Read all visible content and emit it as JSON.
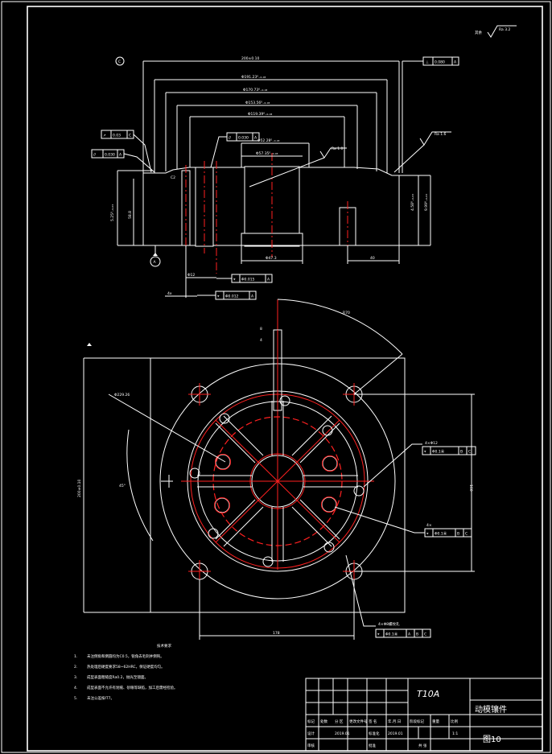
{
  "roughness": {
    "prefix": "其余",
    "value": "Ra 3.2"
  },
  "top_view": {
    "dims": {
      "overall_width": "200±0.10",
      "d1": "Φ191.23⁰₋₀.₀₃",
      "d2": "Φ170.73⁰₋₀.₀₃",
      "d3": "Φ153.56⁰₋₀.₀₃",
      "d4": "Φ119.39⁰₋₀.₀₃",
      "d5": "Φ52.28⁰₋₀.₀₃",
      "d6": "Φ57.35⁰₋₀.₀₃",
      "h_left": "5.25⁰₋₀.₀₃",
      "h_inner": "58.8",
      "h_right": "4.58⁰₋₀.₀₃",
      "h_right2": "9.99⁰₋₀.₀₃",
      "bore": "Φ47.3",
      "w40": "40",
      "pin_d": "Φ12",
      "pin_pos": "4x",
      "ra_right": "Ra 1.6",
      "ra_bore": "Ra 1.0",
      "chamfer": "C2"
    },
    "tolerances": {
      "flatness": {
        "symbol": "⊥",
        "value": "0.080",
        "datum": "A"
      },
      "perp_left": {
        "symbol": "↗",
        "value": "0.03",
        "datum": "C"
      },
      "par_left": {
        "symbol": "//",
        "value": "0.030",
        "datum": "A"
      },
      "par_top": {
        "symbol": "//",
        "value": "0.030",
        "datum": "A"
      },
      "pos_pin": {
        "symbol": "⌖",
        "value": "Φ0.015",
        "datum": "A"
      },
      "pos_pin2": {
        "symbol": "⌖",
        "value": "Φ0.012",
        "datum": "A"
      }
    },
    "datum_a": "A",
    "datum_c": "C"
  },
  "plan_view": {
    "dims": {
      "width": "200±0.10",
      "radius_note": "R70",
      "arc_dia": "Φ229.26",
      "angle": "45°",
      "span_x": "178",
      "span_y": "160",
      "top_8": "8",
      "top_4": "4"
    },
    "tolerances": {
      "holes_a": {
        "note": "4×Φ12",
        "symbol": "⌖",
        "value": "Φ0.1Ⓜ",
        "d1": "B",
        "d2": "C"
      },
      "holes_b": {
        "note": "4×",
        "symbol": "⌖",
        "value": "Φ0.1Ⓜ",
        "d1": "B",
        "d2": "C"
      },
      "holes_c": {
        "note": "4×Φ8螺纹孔",
        "symbol": "⌖",
        "value": "Φ0.1Ⓜ",
        "d1": "A",
        "d2": "B",
        "d3": "C"
      }
    }
  },
  "notes": {
    "title": "技术要求",
    "items": [
      {
        "num": "1.",
        "text": "未注倒角和倒圆均为C0.5，锐角去毛刺并倒钝。"
      },
      {
        "num": "2.",
        "text": "热处理后硬度要求58~62HRC，保证硬度均匀。"
      },
      {
        "num": "3.",
        "text": "成型表面粗糙度Ra0.2，抛光至镜面。"
      },
      {
        "num": "4.",
        "text": "成型表面不允许有划痕、砂眼等缺陷，加工后需经检验。"
      },
      {
        "num": "5.",
        "text": "未注公差按IT7。"
      }
    ]
  },
  "title_block": {
    "material": "T10A",
    "part_name": "动模镶件",
    "drawing_no": "图10",
    "rows": [
      {
        "c1": "标记",
        "c2": "处数",
        "c3": "分 区",
        "c4": "更改文件号",
        "c5": "签 名",
        "c6": "年.月.日"
      },
      {
        "c1": "设计",
        "c2": "",
        "c3": "2019.01",
        "c4": "标准化",
        "c5": "",
        "c6": "2019.01"
      },
      {
        "c1": "审核",
        "c2": "",
        "c3": "",
        "c4": "",
        "c5": "",
        "c6": ""
      },
      {
        "c1": "工艺",
        "c2": "",
        "c3": "",
        "c4": "批准",
        "c5": "",
        "c6": ""
      }
    ],
    "stage": "阶段标记",
    "weight": "重量",
    "scale": "比例",
    "scale_val": "1:1",
    "sheet": "共 张"
  }
}
